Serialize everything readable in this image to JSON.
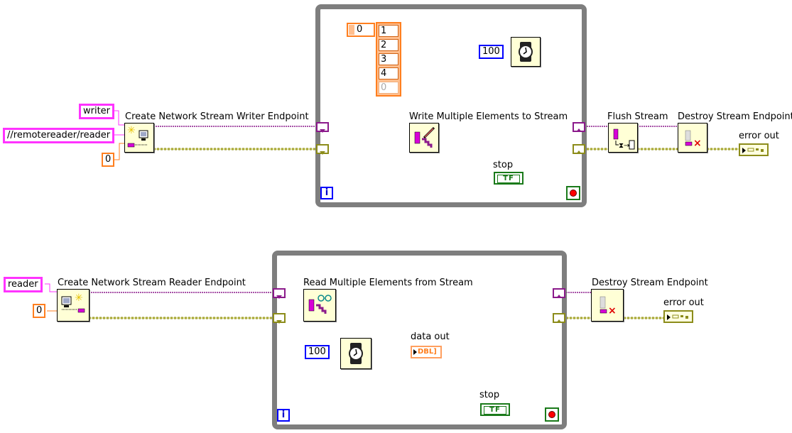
{
  "diagram": {
    "writer": {
      "constants": {
        "endpoint_name": "writer",
        "reader_url": "//remotereader/reader",
        "buffer_size": "0"
      },
      "nodes": {
        "create": "Create Network Stream Writer Endpoint",
        "write": "Write Multiple Elements to Stream",
        "flush": "Flush Stream",
        "destroy": "Destroy Stream Endpoint"
      },
      "loop": {
        "index_value": "0",
        "array_elements": [
          "1",
          "2",
          "3",
          "4",
          "0"
        ],
        "wait_ms": "100",
        "stop_label": "stop",
        "stop_value": "TF",
        "iteration_label": "i"
      },
      "error_out_label": "error out"
    },
    "reader": {
      "constants": {
        "endpoint_name": "reader",
        "buffer_size": "0"
      },
      "nodes": {
        "create": "Create Network Stream Reader Endpoint",
        "read": "Read Multiple Elements from Stream",
        "destroy": "Destroy Stream Endpoint"
      },
      "loop": {
        "wait_ms": "100",
        "data_out_label": "data out",
        "data_out_type": "DBL",
        "stop_label": "stop",
        "stop_value": "TF",
        "iteration_label": "i"
      },
      "error_out_label": "error out"
    },
    "colors": {
      "refnum_wire": "#8b1a8b",
      "error_wire": "#8c8c1a",
      "string_wire": "#ff33ff",
      "numeric_wire": "#ff7f1f",
      "int_wire": "#0000ff",
      "boolean_wire": "#1a7a1a",
      "node_fill": "#ffffd6",
      "loop_border": "#7e7e7e"
    }
  }
}
